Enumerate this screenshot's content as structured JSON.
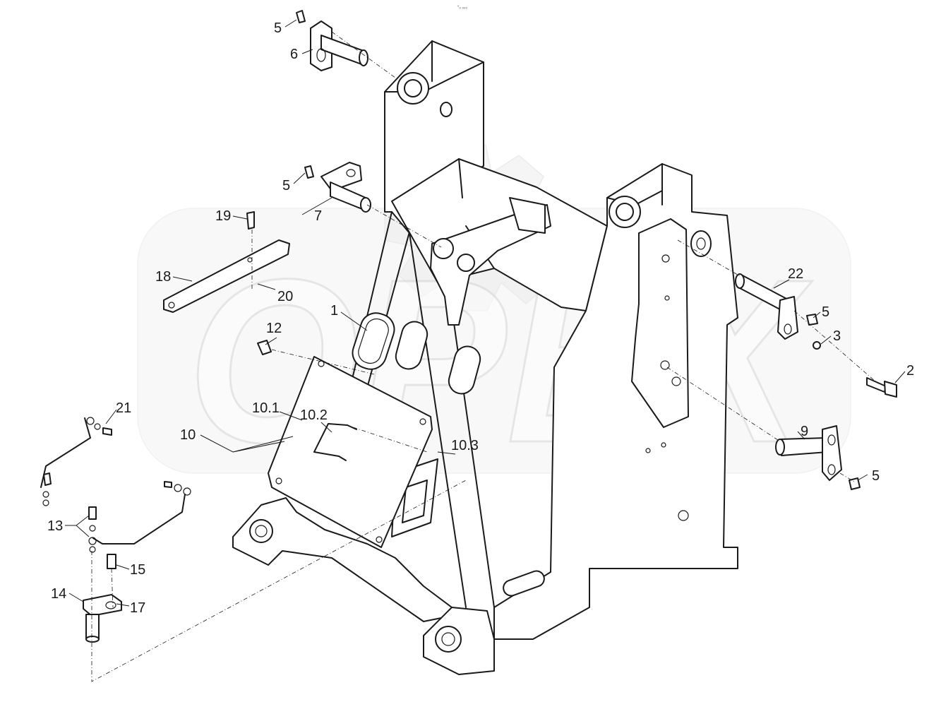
{
  "diagram": {
    "header_code": "°₀ ₀₀₀",
    "watermark_text": "OPEX",
    "callouts": [
      {
        "id": "c5a",
        "label": "5"
      },
      {
        "id": "c6",
        "label": "6"
      },
      {
        "id": "c5b",
        "label": "5"
      },
      {
        "id": "c7",
        "label": "7"
      },
      {
        "id": "c19",
        "label": "19"
      },
      {
        "id": "c18",
        "label": "18"
      },
      {
        "id": "c20",
        "label": "20"
      },
      {
        "id": "c1",
        "label": "1"
      },
      {
        "id": "c12",
        "label": "12"
      },
      {
        "id": "c101",
        "label": "10.1"
      },
      {
        "id": "c102",
        "label": "10.2"
      },
      {
        "id": "c10",
        "label": "10"
      },
      {
        "id": "c103",
        "label": "10.3"
      },
      {
        "id": "c21",
        "label": "21"
      },
      {
        "id": "c13",
        "label": "13"
      },
      {
        "id": "c15",
        "label": "15"
      },
      {
        "id": "c14",
        "label": "14"
      },
      {
        "id": "c17",
        "label": "17"
      },
      {
        "id": "c22",
        "label": "22"
      },
      {
        "id": "c5c",
        "label": "5"
      },
      {
        "id": "c3",
        "label": "3"
      },
      {
        "id": "c2",
        "label": "2"
      },
      {
        "id": "c9",
        "label": "9"
      },
      {
        "id": "c5d",
        "label": "5"
      }
    ]
  }
}
